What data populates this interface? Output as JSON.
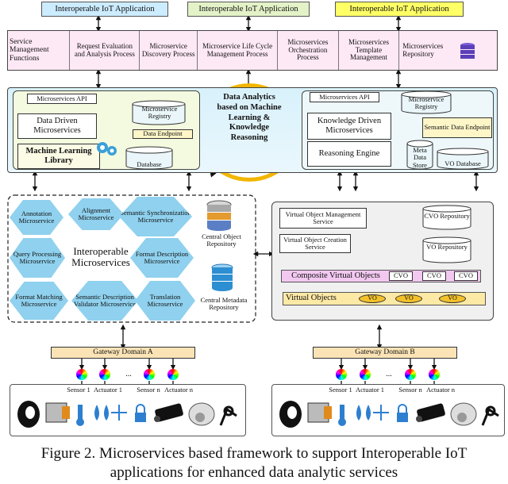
{
  "apps": [
    {
      "label": "Interoperable IoT Application",
      "color": "#ccecff"
    },
    {
      "label": "Interoperable IoT Application",
      "color": "#e4f2c8"
    },
    {
      "label": "Interoperable IoT Application",
      "color": "#ffff66"
    }
  ],
  "service_management": {
    "title": "Service Management Functions",
    "functions": [
      "Request Evaluation and Analysis Process",
      "Microservice Discovery Process",
      "Microservice Life Cycle Management Process",
      "Microservices Orchestration Process",
      "Microservices Template Management",
      "Microservices Repository"
    ]
  },
  "analytics_layer": {
    "left": {
      "api": "Microservices API",
      "data_driven": "Data Driven Microservices",
      "ml_library": "Machine Learning Library",
      "registry": "Microservice Registry",
      "data_endpoint": "Data Endpoint",
      "database": "Database"
    },
    "center": "Data Analytics based on Machine Learning & Knowledge Reasoning",
    "right": {
      "api": "Microservices API",
      "knowledge_driven": "Knowledge Driven Microservices",
      "reasoning_engine": "Reasoning Engine",
      "registry": "Microservice Registry",
      "semantic_endpoint": "Semantic Data Endpoint",
      "meta_store": "Meta Data Store",
      "vo_database": "VO Database"
    }
  },
  "interop_layer": {
    "title": "Interoperable Microservices",
    "hexes": [
      "Annotation Microservice",
      "Alignment Microservice",
      "Semantic Synchronization Microservice",
      "Query Processing Microservice",
      "Format Description Microservice",
      "Format Matching Microservice",
      "Semantic Description Validator Microservice",
      "Translation Microservice"
    ],
    "central_object_repo": "Central Object Repository",
    "central_metadata_repo": "Central Metadata Repository"
  },
  "vo_layer": {
    "vo_management": "Virtual Object Management Service",
    "vo_creation": "Virtual Object Creation Service",
    "cvo_repo": "CVO Repository",
    "vo_repo": "VO Repository",
    "cvo_label": "Composite Virtual Objects",
    "cvo_items": [
      "CVO",
      "CVO",
      "CVO"
    ],
    "vo_label": "Virtual Objects",
    "vo_items": [
      "VO",
      "VO",
      "VO"
    ]
  },
  "gateways": [
    {
      "label": "Gateway Domain A",
      "devices": [
        "Sensor 1",
        "Actuator 1",
        "Sensor n",
        "Actuator n"
      ],
      "dots": "..."
    },
    {
      "label": "Gateway Domain B",
      "devices": [
        "Sensor 1",
        "Actuator 1",
        "Sensor n",
        "Actuator n"
      ],
      "dots": "..."
    }
  ],
  "caption_line1": "Figure 2. Microservices based framework to support Interoperable IoT",
  "caption_line2": "applications for enhanced data analytic services"
}
